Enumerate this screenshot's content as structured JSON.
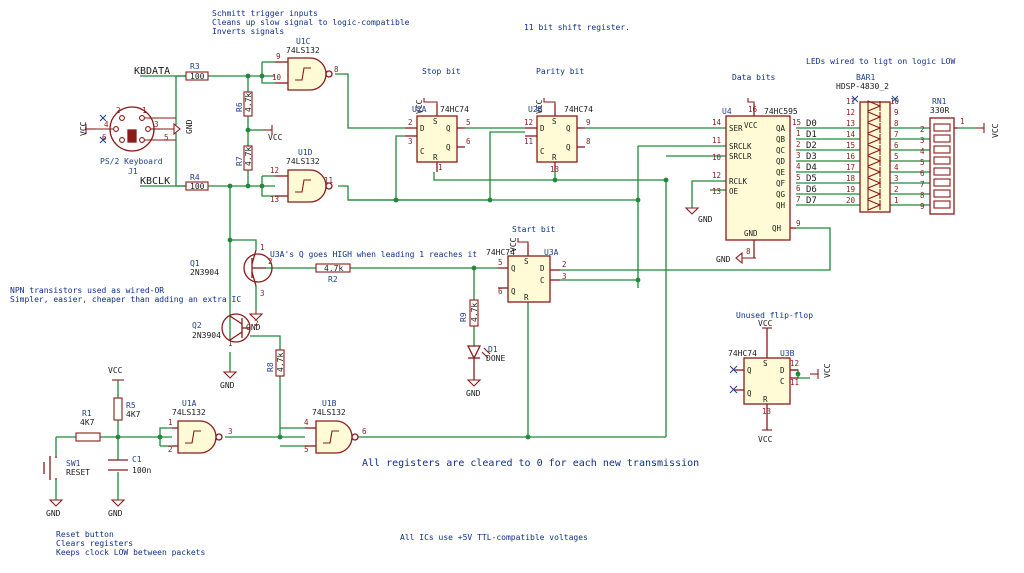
{
  "notes": {
    "schmitt_1": "Schmitt trigger inputs",
    "schmitt_2": "Cleans up slow signal to logic-compatible",
    "schmitt_3": "Inverts signals",
    "shift_register": "11 bit shift register.",
    "leds": "LEDs wired to ligt on logic LOW",
    "npn_1": "NPN transistors used as wired-OR",
    "npn_2": "Simpler, easier, cheaper than adding an extra IC",
    "u3a_note": "U3A's Q goes HIGH when leading 1 reaches it",
    "cleared": "All registers are cleared to 0 for each new transmission",
    "reset_1": "Reset button",
    "reset_2": "Clears registers",
    "reset_3": "Keeps clock LOW between packets",
    "ttl": "All ICs use +5V TTL-compatible voltages",
    "unused": "Unused flip-flop"
  },
  "section_labels": {
    "stop": "Stop bit",
    "parity": "Parity bit",
    "data": "Data bits",
    "start": "Start bit"
  },
  "nets": {
    "kbdata": "KBDATA",
    "kbclk": "KBCLK",
    "vcc": "VCC",
    "gnd": "GND",
    "d0": "D0",
    "d1": "D1",
    "d2": "D2",
    "d3": "D3",
    "d4": "D4",
    "d5": "D5",
    "d6": "D6",
    "d7": "D7"
  },
  "components": {
    "u1c": {
      "ref": "U1C",
      "value": "74LS132"
    },
    "u1d": {
      "ref": "U1D",
      "value": "74LS132"
    },
    "u1a": {
      "ref": "U1A",
      "value": "74LS132"
    },
    "u1b": {
      "ref": "U1B",
      "value": "74LS132"
    },
    "u2a": {
      "ref": "U2A",
      "value": "74HC74"
    },
    "u2b": {
      "ref": "U2B",
      "value": "74HC74"
    },
    "u3a": {
      "ref": "U3A",
      "value": "74HC74"
    },
    "u3b": {
      "ref": "U3B",
      "value": "74HC74"
    },
    "u4": {
      "ref": "U4",
      "value": "74HC595"
    },
    "bar1": {
      "ref": "BAR1",
      "value": "HDSP-4830_2"
    },
    "rn1": {
      "ref": "RN1",
      "value": "330R"
    },
    "j1": {
      "ref": "J1",
      "value": "PS/2 Keyboard"
    },
    "q1": {
      "ref": "Q1",
      "value": "2N3904"
    },
    "q2": {
      "ref": "Q2",
      "value": "2N3904"
    },
    "r1": {
      "ref": "R1",
      "value": "4K7"
    },
    "r2": {
      "ref": "R2",
      "value": "4.7k"
    },
    "r3": {
      "ref": "R3",
      "value": "100"
    },
    "r4": {
      "ref": "R4",
      "value": "100"
    },
    "r5": {
      "ref": "R5",
      "value": "4K7"
    },
    "r6": {
      "ref": "R6",
      "value": "4.7k"
    },
    "r7": {
      "ref": "R7",
      "value": "4.7k"
    },
    "r8": {
      "ref": "R8",
      "value": "4.7k"
    },
    "r9": {
      "ref": "R9",
      "value": "4.7k"
    },
    "c1": {
      "ref": "C1",
      "value": "100n"
    },
    "d1": {
      "ref": "D1",
      "value": "DONE"
    },
    "sw1": {
      "ref": "SW1",
      "value": "RESET"
    }
  },
  "pins": {
    "u4_left": [
      "SER",
      "SRCLK",
      "SRCLR",
      "RCLK",
      "OE"
    ],
    "u4_right": [
      "QA",
      "QB",
      "QC",
      "QD",
      "QE",
      "QF",
      "QG",
      "QH"
    ],
    "u4_qh2": "QH",
    "u4_vcc": "VCC",
    "u4_gnd": "GND",
    "ff_d": "D",
    "ff_q": "Q",
    "ff_qn": "Q",
    "ff_c": "C",
    "ff_s": "S",
    "ff_r": "R"
  }
}
